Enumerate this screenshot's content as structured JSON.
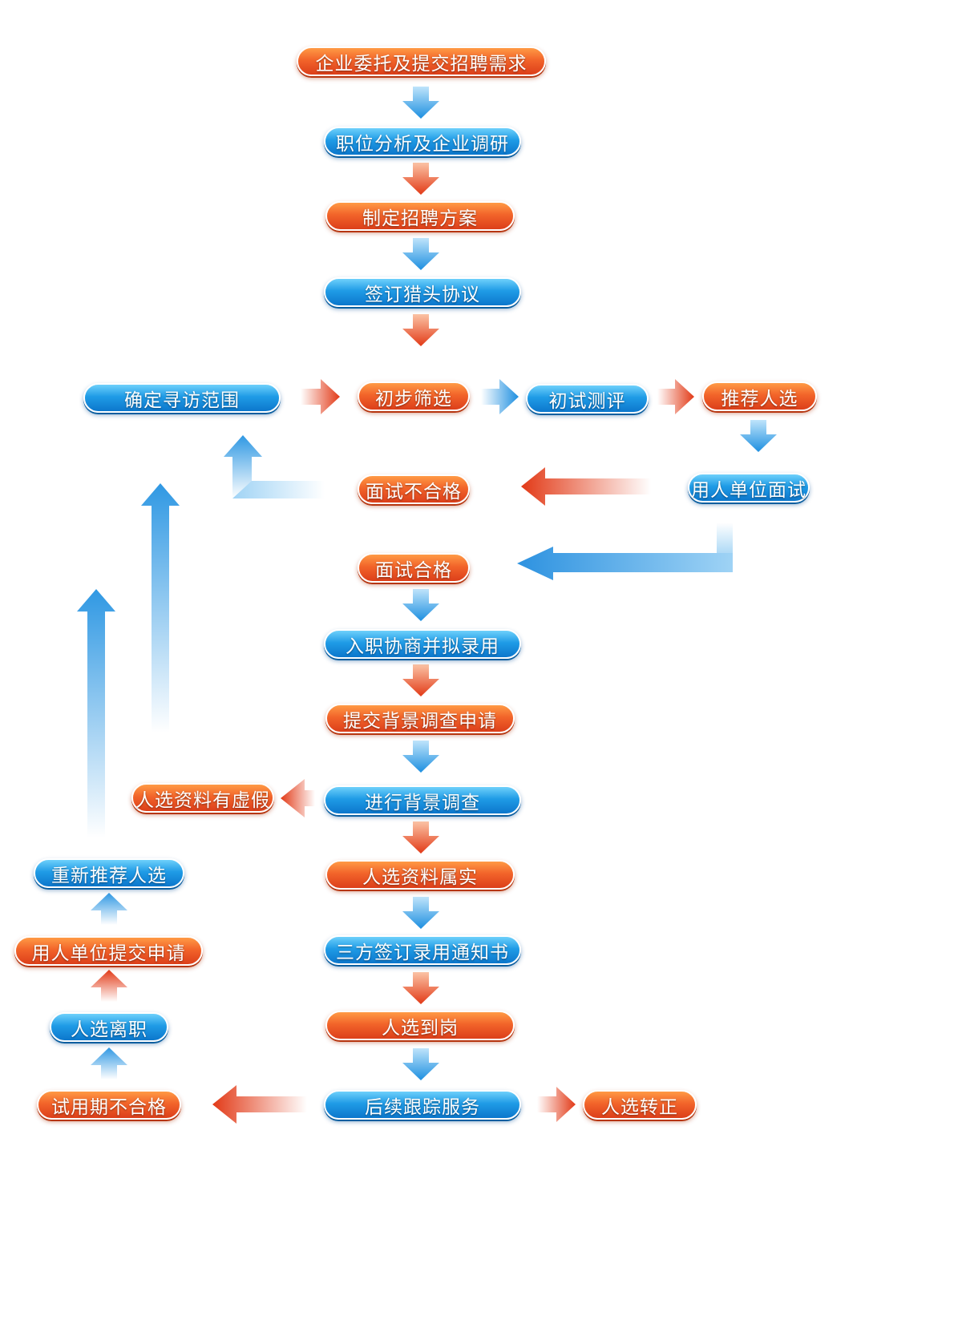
{
  "palette": {
    "orange": "#f2642a",
    "blue": "#1f9be6",
    "arrow_orange": "#e8451f",
    "arrow_blue": "#3aa0e6",
    "background": "#ffffff"
  },
  "nodes": {
    "n1": {
      "label": "企业委托及提交招聘需求",
      "color": "orange"
    },
    "n2": {
      "label": "职位分析及企业调研",
      "color": "blue"
    },
    "n3": {
      "label": "制定招聘方案",
      "color": "orange"
    },
    "n4": {
      "label": "签订猎头协议",
      "color": "blue"
    },
    "n5": {
      "label": "确定寻访范围",
      "color": "blue"
    },
    "n6": {
      "label": "初步筛选",
      "color": "orange"
    },
    "n7": {
      "label": "初试测评",
      "color": "blue"
    },
    "n8": {
      "label": "推荐人选",
      "color": "orange"
    },
    "n9": {
      "label": "用人单位面试",
      "color": "blue"
    },
    "n10": {
      "label": "面试不合格",
      "color": "orange"
    },
    "n11": {
      "label": "面试合格",
      "color": "orange"
    },
    "n12": {
      "label": "入职协商并拟录用",
      "color": "blue"
    },
    "n13": {
      "label": "提交背景调查申请",
      "color": "orange"
    },
    "n14": {
      "label": "进行背景调查",
      "color": "blue"
    },
    "n15": {
      "label": "人选资料有虚假",
      "color": "orange"
    },
    "n16": {
      "label": "人选资料属实",
      "color": "orange"
    },
    "n17": {
      "label": "三方签订录用通知书",
      "color": "blue"
    },
    "n18": {
      "label": "人选到岗",
      "color": "orange"
    },
    "n19": {
      "label": "后续跟踪服务",
      "color": "blue"
    },
    "n20": {
      "label": "人选转正",
      "color": "orange"
    },
    "n21": {
      "label": "试用期不合格",
      "color": "orange"
    },
    "n22": {
      "label": "人选离职",
      "color": "blue"
    },
    "n23": {
      "label": "用人单位提交申请",
      "color": "orange"
    },
    "n24": {
      "label": "重新推荐人选",
      "color": "blue"
    }
  },
  "edges": [
    {
      "from": "n1",
      "to": "n2",
      "color": "blue"
    },
    {
      "from": "n2",
      "to": "n3",
      "color": "orange"
    },
    {
      "from": "n3",
      "to": "n4",
      "color": "blue"
    },
    {
      "from": "n4",
      "to": "n5",
      "color": "orange"
    },
    {
      "from": "n5",
      "to": "n6",
      "color": "orange"
    },
    {
      "from": "n6",
      "to": "n7",
      "color": "blue"
    },
    {
      "from": "n7",
      "to": "n8",
      "color": "orange"
    },
    {
      "from": "n8",
      "to": "n9",
      "color": "blue"
    },
    {
      "from": "n9",
      "to": "n10",
      "color": "orange"
    },
    {
      "from": "n10",
      "to": "n5",
      "color": "blue"
    },
    {
      "from": "n9",
      "to": "n11",
      "color": "blue"
    },
    {
      "from": "n11",
      "to": "n12",
      "color": "blue"
    },
    {
      "from": "n12",
      "to": "n13",
      "color": "orange"
    },
    {
      "from": "n13",
      "to": "n14",
      "color": "blue"
    },
    {
      "from": "n14",
      "to": "n15",
      "color": "orange"
    },
    {
      "from": "n15",
      "to": "n5",
      "color": "blue"
    },
    {
      "from": "n14",
      "to": "n16",
      "color": "orange"
    },
    {
      "from": "n16",
      "to": "n17",
      "color": "blue"
    },
    {
      "from": "n17",
      "to": "n18",
      "color": "orange"
    },
    {
      "from": "n18",
      "to": "n19",
      "color": "blue"
    },
    {
      "from": "n19",
      "to": "n20",
      "color": "orange"
    },
    {
      "from": "n19",
      "to": "n21",
      "color": "orange"
    },
    {
      "from": "n21",
      "to": "n22",
      "color": "blue"
    },
    {
      "from": "n22",
      "to": "n23",
      "color": "orange"
    },
    {
      "from": "n23",
      "to": "n24",
      "color": "blue"
    },
    {
      "from": "n24",
      "to": "n5",
      "color": "blue"
    }
  ]
}
